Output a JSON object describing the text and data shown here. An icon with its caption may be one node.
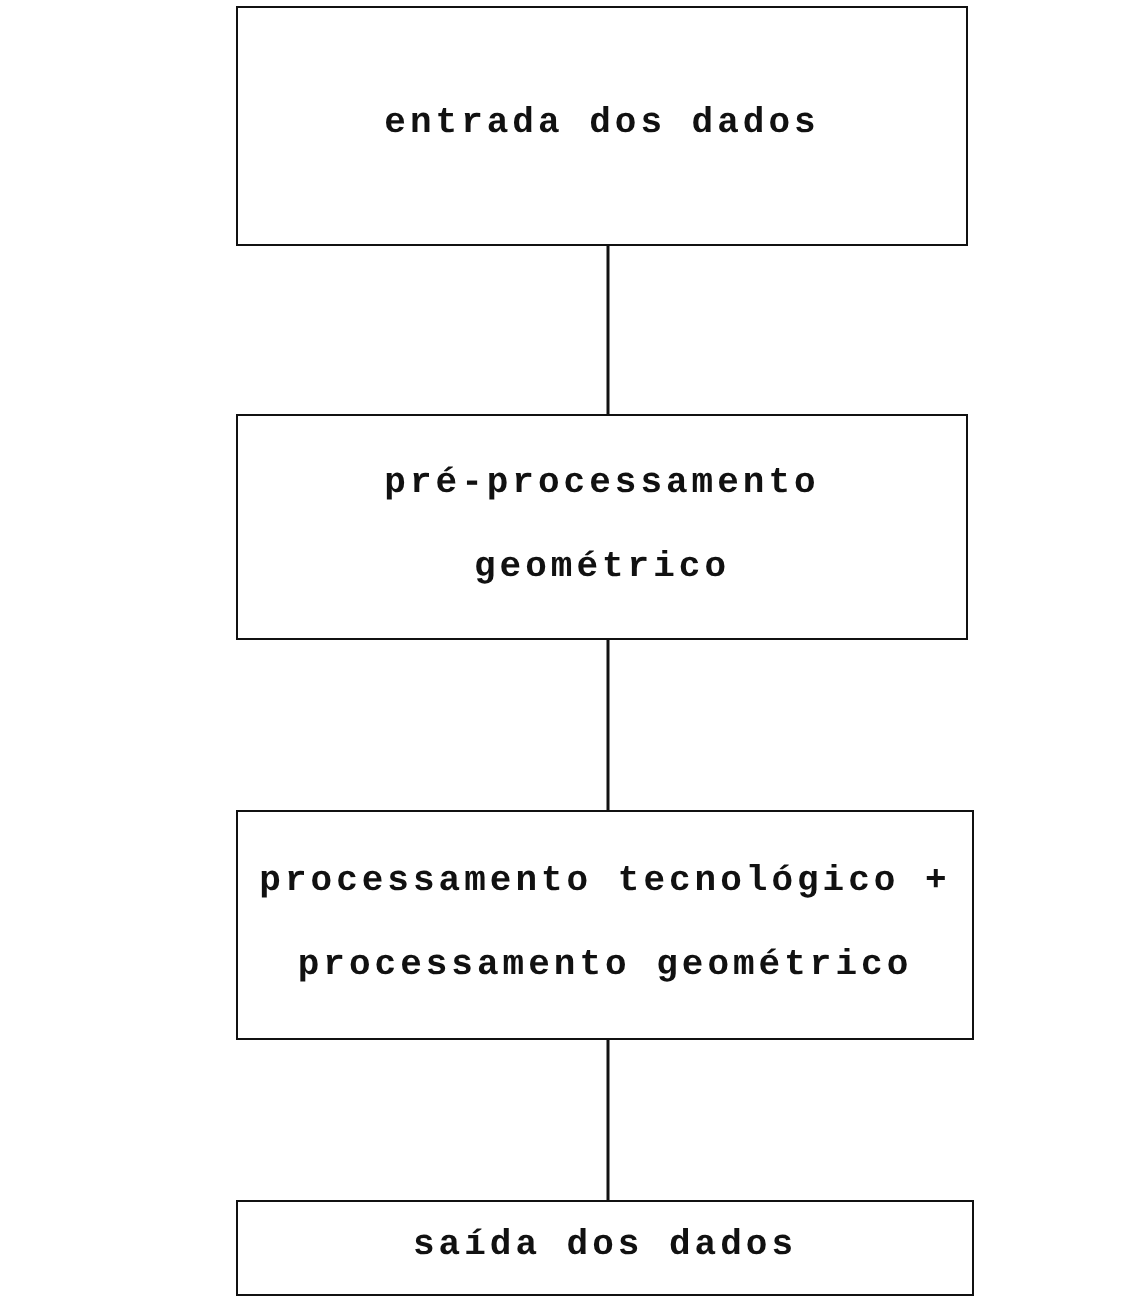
{
  "diagram": {
    "nodes": [
      {
        "text": [
          "entrada dos dados"
        ]
      },
      {
        "text": [
          "pré-processamento geométrico"
        ]
      },
      {
        "text": [
          "processamento tecnológico + processamento geométrico"
        ]
      },
      {
        "text": [
          "saída dos dados"
        ]
      }
    ],
    "edges": [
      {
        "from": 0,
        "to": 1,
        "arrow": "none"
      },
      {
        "from": 1,
        "to": 2,
        "arrow": "none"
      },
      {
        "from": 2,
        "to": 3,
        "arrow": "none"
      }
    ]
  }
}
